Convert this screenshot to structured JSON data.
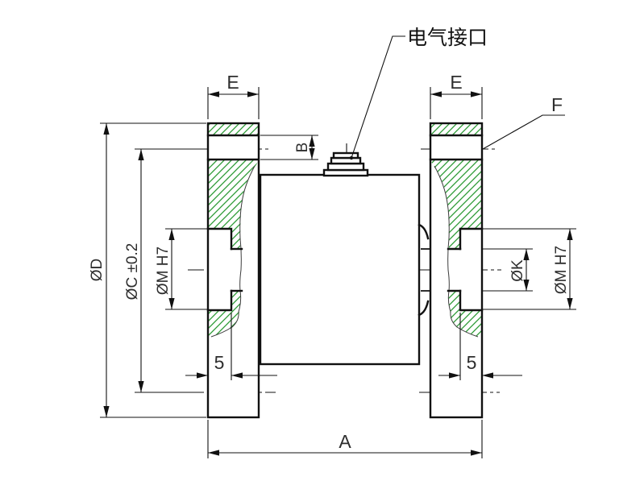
{
  "callouts": {
    "electrical_port": "电气接口",
    "flange_mark": "F"
  },
  "dims": {
    "flange_thickness_left": "E",
    "flange_thickness_right": "E",
    "bolt_hole_diameter": "B",
    "flange_outer_diameter": "ØD",
    "bolt_circle_diameter": "ØC ±0.2",
    "socket_diameter_left": "ØM H7",
    "socket_diameter_right": "ØM H7",
    "bore_diameter": "ØK",
    "socket_depth_left": "5",
    "socket_depth_right": "5",
    "overall_length": "A"
  },
  "colors": {
    "hatch": "#2a9a33",
    "line": "#111111",
    "background": "#ffffff"
  }
}
